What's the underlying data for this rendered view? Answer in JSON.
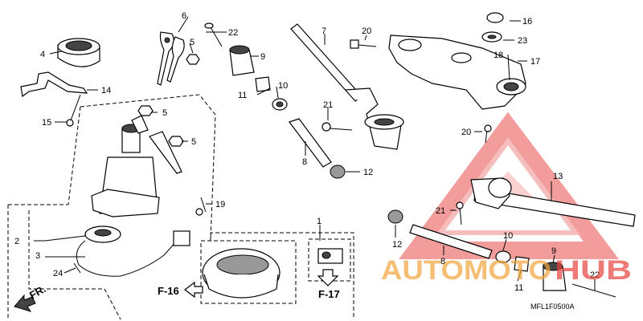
{
  "callouts": {
    "c1": "1",
    "c2": "2",
    "c3": "3",
    "c4": "4",
    "c5a": "5",
    "c5b": "5",
    "c5c": "5",
    "c6": "6",
    "c7": "7",
    "c8a": "8",
    "c8b": "8",
    "c9a": "9",
    "c9b": "9",
    "c10a": "10",
    "c10b": "10",
    "c11a": "11",
    "c11b": "11",
    "c12a": "12",
    "c12b": "12",
    "c13": "13",
    "c14": "14",
    "c15": "15",
    "c16": "16",
    "c17": "17",
    "c18": "18",
    "c19": "19",
    "c20a": "20",
    "c20b": "20",
    "c21a": "21",
    "c21b": "21",
    "c22a": "22",
    "c22b": "22",
    "c23": "23",
    "c24": "24"
  },
  "refs": {
    "f16": "F-16",
    "f17": "F-17",
    "fr": "FR."
  },
  "diagram_code": "MFL1F0500A",
  "watermark": {
    "part1": "AUTOMOTO",
    "part2": "HUB",
    "color_orange": "#f3a33c",
    "color_red": "#e8433c"
  }
}
